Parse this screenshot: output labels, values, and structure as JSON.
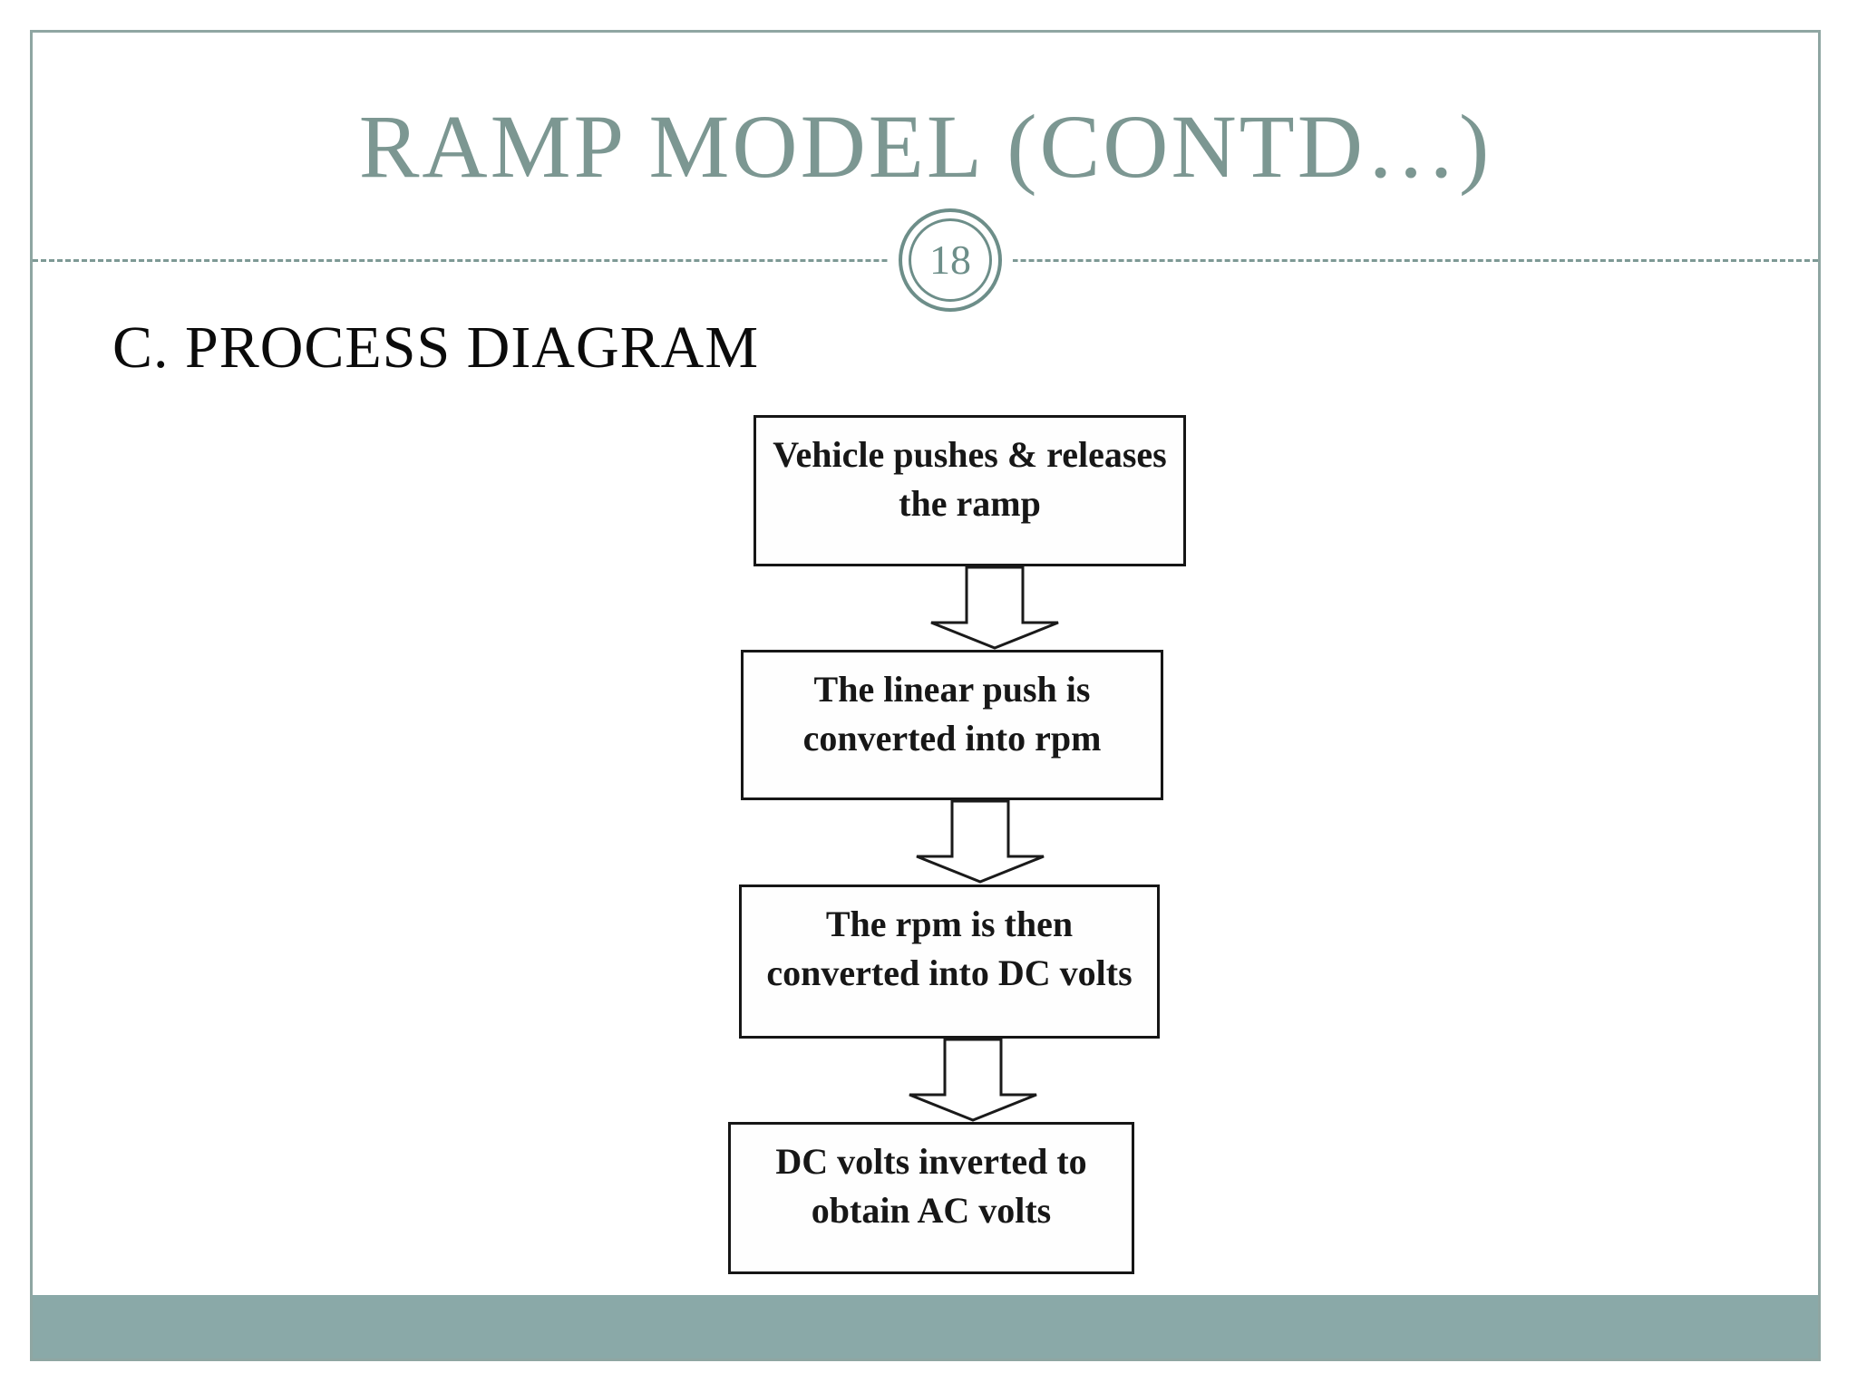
{
  "header": {
    "title": "RAMP MODEL (CONTD…)",
    "page_number": "18"
  },
  "section": {
    "heading": "C. PROCESS DIAGRAM"
  },
  "flowchart": {
    "type": "process-flow",
    "direction": "top-to-bottom",
    "steps": [
      {
        "label": "Vehicle pushes & releases the ramp"
      },
      {
        "label": "The linear push is converted into rpm"
      },
      {
        "label": "The rpm is then converted into DC volts"
      },
      {
        "label": "DC volts inverted to obtain AC volts"
      }
    ],
    "connector": "hollow-down-arrow"
  },
  "colors": {
    "accent_sage": "#7c9792",
    "ring_sage": "#6d8e89",
    "frame_border": "#8fa6a2",
    "dashed_divider": "#7d9995",
    "footer_bar": "#8aa9a8",
    "box_border": "#161616",
    "box_text": "#171717"
  }
}
